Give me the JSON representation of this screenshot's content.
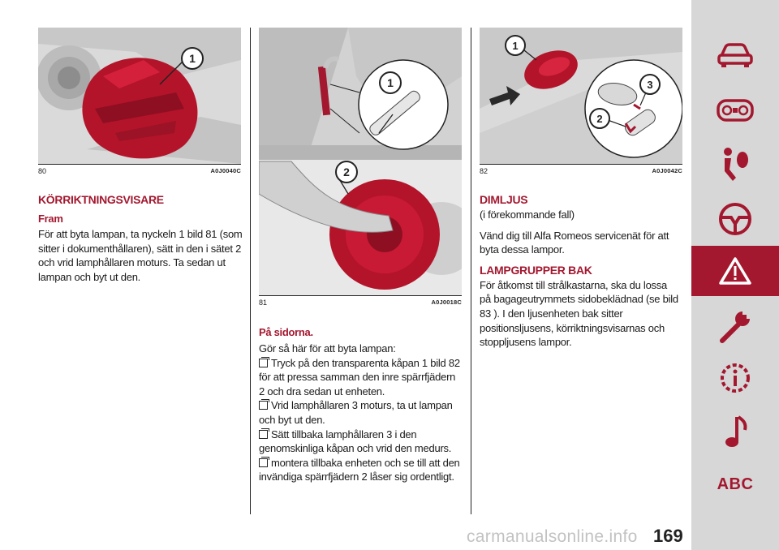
{
  "column1": {
    "figure": {
      "number": "80",
      "code": "A0J0040C"
    },
    "heading": "KÖRRIKTNINGSVISARE",
    "subheading": "Fram",
    "paragraph": "För att byta lampan, ta nyckeln 1 bild 81 (som sitter i dokumenthållaren), sätt in den i sätet 2 och vrid lamphållaren moturs. Ta sedan ut lampan och byt ut den."
  },
  "column2": {
    "figure": {
      "number": "81",
      "code": "A0J0018C"
    },
    "subheading": "På sidorna.",
    "intro": "Gör så här för att byta lampan:",
    "steps": [
      "Tryck på den transparenta kåpan 1 bild 82 för att pressa samman den inre spärrfjädern 2 och dra sedan ut enheten.",
      "Vrid lamphållaren 3 moturs, ta ut lampan och byt ut den.",
      "Sätt tillbaka lamphållaren 3 i den genomskinliga kåpan och vrid den medurs.",
      "montera tillbaka enheten och se till att den invändiga spärrfjädern 2 låser sig ordentligt."
    ],
    "callouts": [
      "1",
      "2"
    ]
  },
  "column3": {
    "figure": {
      "number": "82",
      "code": "A0J0042C"
    },
    "heading1": "DIMLJUS",
    "note": "(i förekommande fall)",
    "paragraph1": "Vänd dig till Alfa Romeos servicenät för att byta dessa lampor.",
    "heading2": "LAMPGRUPPER BAK",
    "paragraph2": "För åtkomst till strålkastarna, ska du lossa på bagageutrymmets sidobeklädnad (se bild 83 ). I den ljusenheten bak sitter positionsljusens, körriktningsvisarnas och stoppljusens lampor.",
    "callouts": [
      "1",
      "2",
      "3"
    ]
  },
  "figure1_callouts": [
    "1"
  ],
  "sidebar": {
    "items": [
      "car-icon",
      "dashboard-icon",
      "airbag-icon",
      "steering-wheel-icon",
      "warning-icon",
      "wrench-icon",
      "info-icon",
      "music-note-icon",
      "abc-icon"
    ],
    "abc_label": "ABC",
    "active_color": "#a3182f"
  },
  "page_number": "169",
  "watermark": "carmanualsonline.info",
  "accent_color": "#a3182f"
}
